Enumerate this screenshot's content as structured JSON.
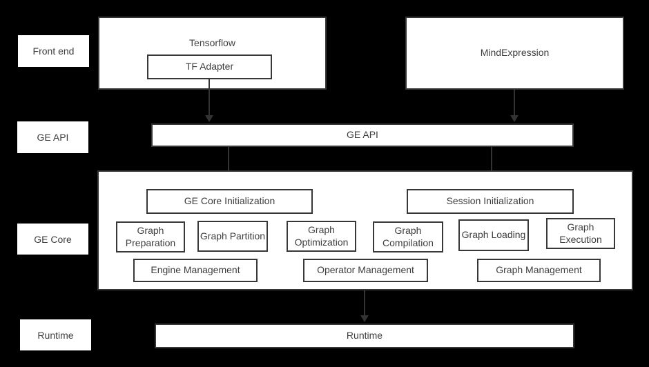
{
  "layers": {
    "front_end": "Front end",
    "ge_api": "GE API",
    "ge_core": "GE Core",
    "runtime": "Runtime"
  },
  "front_end": {
    "tensorflow": "Tensorflow",
    "tf_adapter": "TF Adapter",
    "mind_expression": "MindExpression"
  },
  "ge_api": {
    "bar": "GE API"
  },
  "ge_core": {
    "init_left": "GE Core Initialization",
    "init_right": "Session Initialization",
    "modules": [
      "Graph Preparation",
      "Graph Partition",
      "Graph Optimization",
      "Graph Compilation",
      "Graph Loading",
      "Graph Execution"
    ],
    "management": [
      "Engine Management",
      "Operator Management",
      "Graph Management"
    ]
  },
  "runtime": {
    "bar": "Runtime"
  },
  "colors": {
    "background": "#000000",
    "box_fill": "#ffffff",
    "box_border": "#373737",
    "text": "#3d3d3d",
    "arrow": "#333333"
  }
}
